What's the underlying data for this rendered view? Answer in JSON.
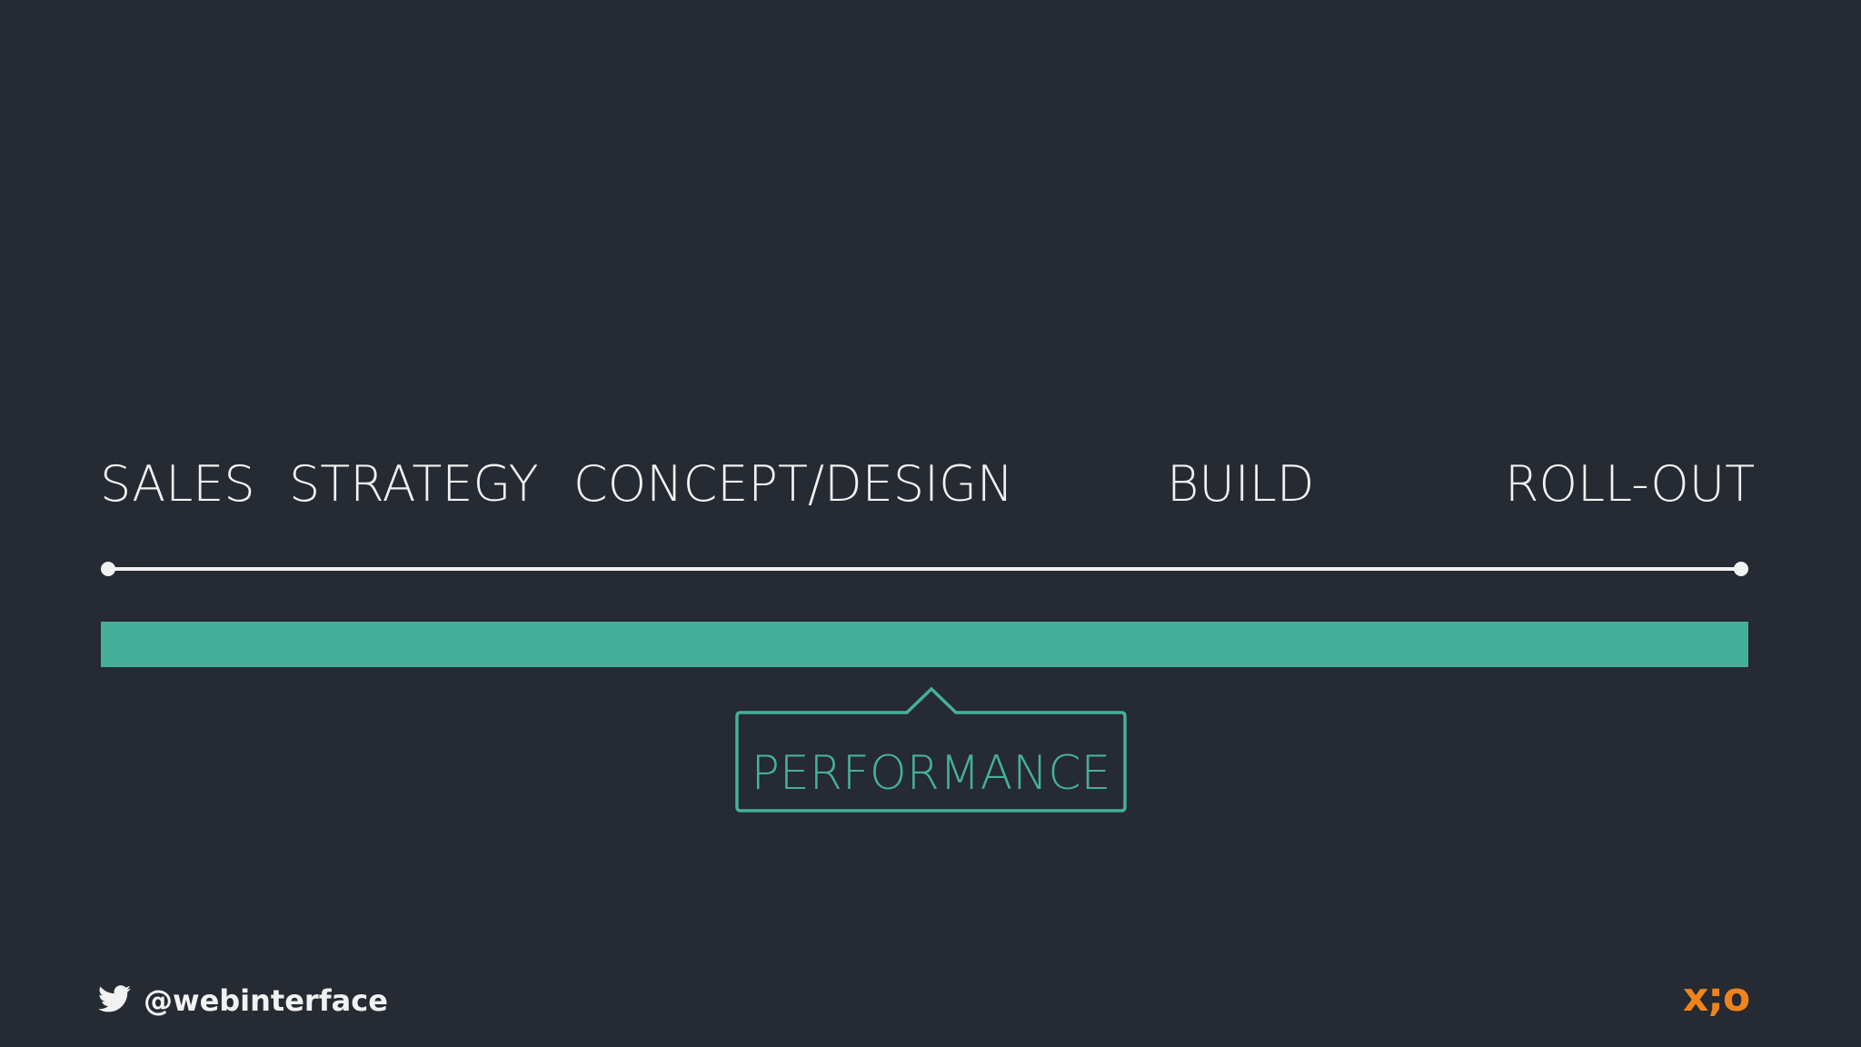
{
  "phases": [
    {
      "label": "SALES"
    },
    {
      "label": "STRATEGY"
    },
    {
      "label": "CONCEPT/DESIGN"
    },
    {
      "label": "BUILD"
    },
    {
      "label": "ROLL-OUT"
    }
  ],
  "callout": {
    "label": "PERFORMANCE"
  },
  "footer": {
    "handle": "@webinterface",
    "icon": "twitter-bird-icon",
    "logo": "x;o"
  },
  "colors": {
    "background": "#262a32",
    "text": "#f2f2f2",
    "accent": "#45b09a",
    "logo": "#f0841c"
  }
}
